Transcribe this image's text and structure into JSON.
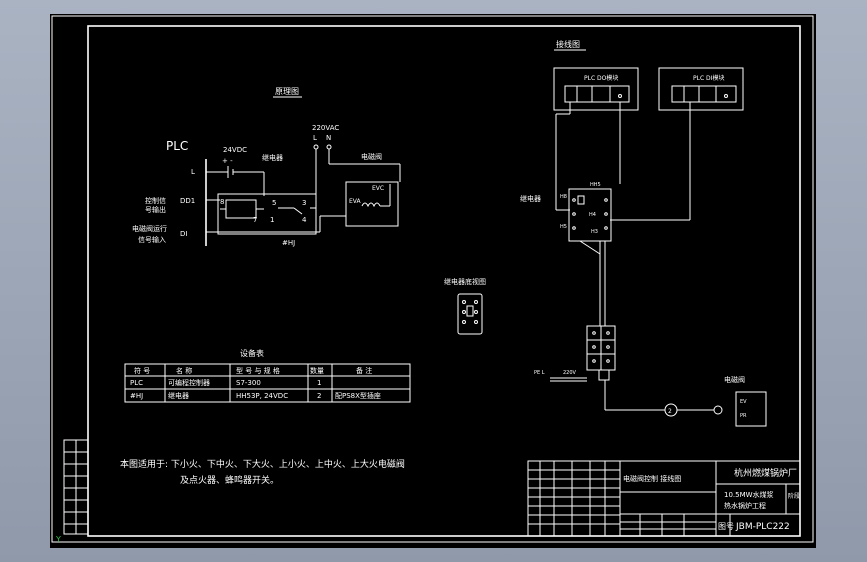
{
  "colors": {
    "canvas_bg": "#000000",
    "line": "#ffffff",
    "viewport_bg": "#9ea8b8",
    "ucs_icon": "#31c24a"
  },
  "principle": {
    "title": "原理图",
    "plc_label": "PLC",
    "dc_supply": "24VDC",
    "plus_minus": "+  -",
    "ac_supply": "220VAC",
    "ac_L": "L",
    "ac_N": "N",
    "relay_label": "继电器",
    "valve_label": "电磁阀",
    "terminal_L": "L",
    "terminal_DD1": "DD1",
    "terminal_DI": "DI",
    "output_signal": "控制信号输出",
    "output_signal_l1": "控制信",
    "output_signal_l2": "号输出",
    "feedback_l1": "电磁阀运行",
    "feedback_l2": "信号输入",
    "pin_5": "5",
    "pin_3": "3",
    "pin_4": "4",
    "pin_8": "8",
    "pin_7": "7",
    "pin_1": "1",
    "relay_code": "#HJ",
    "valve_pin_top": "EVC",
    "valve_pin_left": "EVA"
  },
  "wiring": {
    "title": "接线图",
    "module_do": "PLC DO模块",
    "module_di": "PLC DI模块",
    "relay_label": "继电器",
    "base_code": "HH5",
    "label_h8": "H8",
    "label_h4": "H4",
    "label_h5": "H5",
    "label_h3": "H3",
    "valve_label": "电磁阀",
    "cable_tag": "PE L",
    "cable_voltage": "220V",
    "valve_terminal_a": "EV",
    "valve_terminal_b": "PR",
    "circle_tag": "2"
  },
  "socket_diagram": {
    "title": "继电器底视图"
  },
  "equipment_table": {
    "title": "设备表",
    "headers": [
      "符  号",
      "名    称",
      "型 号 与 规 格",
      "数量",
      "备    注"
    ],
    "rows": [
      [
        "PLC",
        "可编程控制器",
        "S7-300",
        "1",
        ""
      ],
      [
        "#HJ",
        "继电器",
        "HH53P, 24VDC",
        "2",
        "配PS8X型插座"
      ]
    ]
  },
  "note": {
    "line1": "本图适用于: 下小火、下中火、下大火、上小火、上中火、上大火电磁阀",
    "line2": "及点火器、蜂鸣器开关。"
  },
  "title_block": {
    "company": "杭州燃煤锅炉厂",
    "project_line1": "10.5MW水煤浆",
    "project_line2": "热水锅炉工程",
    "drawing_name": "电磁阀控制 接线图",
    "drawing_no_label": "图号",
    "drawing_no": "JBM-PLC222",
    "stage_label": "阶段"
  },
  "left_index": {
    "rows": [
      "",
      "",
      "",
      "",
      "",
      "",
      "",
      ""
    ]
  }
}
